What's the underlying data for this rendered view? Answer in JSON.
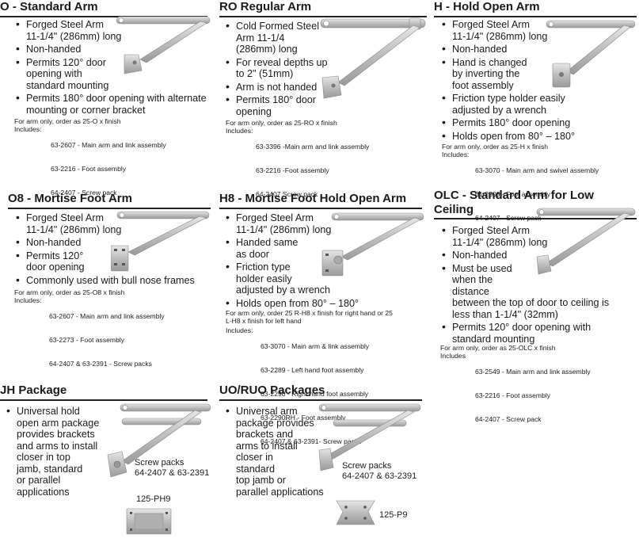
{
  "sections": {
    "o": {
      "title": "O - Standard Arm",
      "bullets": [
        "Forged Steel Arm\n11-1/4\" (286mm) long",
        "Non-handed",
        "Permits 120° door\nopening with\nstandard mounting",
        "Permits 180° door opening with alternate\nmounting or corner bracket"
      ],
      "order": "For arm only, order as 25-O x finish",
      "includes_label": "Includes:",
      "includes": [
        "63-2607 - Main arm and link assembly",
        "63-2216 - Foot assembly",
        "64-2407 - Screw pack"
      ]
    },
    "ro": {
      "title": "RO Regular Arm",
      "bullets": [
        "Cold Formed Steel\nArm 11-1/4\n(286mm) long",
        "For reveal depths up\nto 2\" (51mm)",
        "Arm is not handed",
        "Permits 180° door\nopening"
      ],
      "order": "For arm only, order as 25-RO x finish",
      "includes_label": "Includes:",
      "includes": [
        "63-3396 -Main arm and link assembly",
        "63-2216 -Foot assembly",
        "64-2407 Screw pack"
      ]
    },
    "h": {
      "title": "H - Hold Open Arm",
      "bullets": [
        "Forged Steel Arm\n11-1/4\" (286mm) long",
        "Non-handed",
        "Hand is changed\nby inverting the\nfoot assembly",
        "Friction type holder easily\nadjusted by a wrench",
        "Permits 180° door opening",
        "Holds open from 80° – 180°"
      ],
      "order": "For arm only, order as 25-H x finish",
      "includes_label": "Includes:",
      "includes": [
        "63-3070 - Main arm and swivel assembly",
        "61-2303 - Foot assembly",
        "64-2407 - Screw pack"
      ]
    },
    "o8": {
      "title": "O8 - Mortise Foot Arm",
      "bullets": [
        "Forged Steel Arm\n11-1/4\" (286mm) long",
        "Non-handed",
        "Permits 120°\ndoor opening",
        "Commonly used with bull nose frames"
      ],
      "order": "For arm only, order as 25-O8 x finish",
      "includes_label": "Includes:",
      "includes": [
        "63-2607 - Main arm and link assembly",
        "63-2273 - Foot assembly",
        "64-2407 & 63-2391 - Screw packs"
      ]
    },
    "h8": {
      "title": "H8 - Mortise Foot Hold Open Arm",
      "bullets": [
        "Forged Steel Arm\n11-1/4\" (286mm) long",
        "Handed same\nas door",
        "Friction type\nholder easily\nadjusted by a wrench",
        "Holds open from 80° – 180°"
      ],
      "order": "For arm only, order 25 R-H8 x finish for right hand or 25\nL-H8 x finish for left hand",
      "includes_label": "Includes:",
      "includes": [
        "63-3070 - Main arm & link assembly",
        "63-2289 - Left hand foot assembly",
        "63-2290 - Right hand foot assembly",
        "63-2290RH - Foot assembly",
        "64-2407 & 63-2391- Screw packs"
      ]
    },
    "olc": {
      "title_line1": "OLC - Standard Arm for Low",
      "title_line2": "Ceiling",
      "bullets": [
        "Forged Steel Arm\n11-1/4\" (286mm) long",
        "Non-handed",
        "Must be used\nwhen the\ndistance\nbetween the top of door to ceiling is\nless than 1-1/4\" (32mm)",
        "Permits 120° door opening with\nstandard mounting"
      ],
      "order": "For arm only, order as 25-OLC x finish",
      "includes_label": "Includes",
      "includes": [
        "63-2549 - Main arm and link assembly",
        "63-2216 - Foot assembly",
        "64-2407 - Screw pack"
      ]
    },
    "jh": {
      "title": "JH Package",
      "bullets": [
        "Universal hold\nopen arm package\nprovides brackets\nand arms to install\ncloser in top\njamb, standard\nor parallel\napplications"
      ],
      "screw_caption": "Screw packs\n64-2407 & 63-2391",
      "plate_label": "125-PH9"
    },
    "uo": {
      "title": "UO/RUO Packages",
      "bullets": [
        "Universal arm\npackage provides\nbrackets and\narms to install\ncloser in\nstandard\ntop jamb or\nparallel applications"
      ],
      "screw_caption": "Screw packs\n64-2407 & 63-2391",
      "plate_label": "125-P9"
    }
  },
  "colors": {
    "metal": "#c9c9c9",
    "metal_dark": "#8a8a8a",
    "rule": "#222222"
  }
}
